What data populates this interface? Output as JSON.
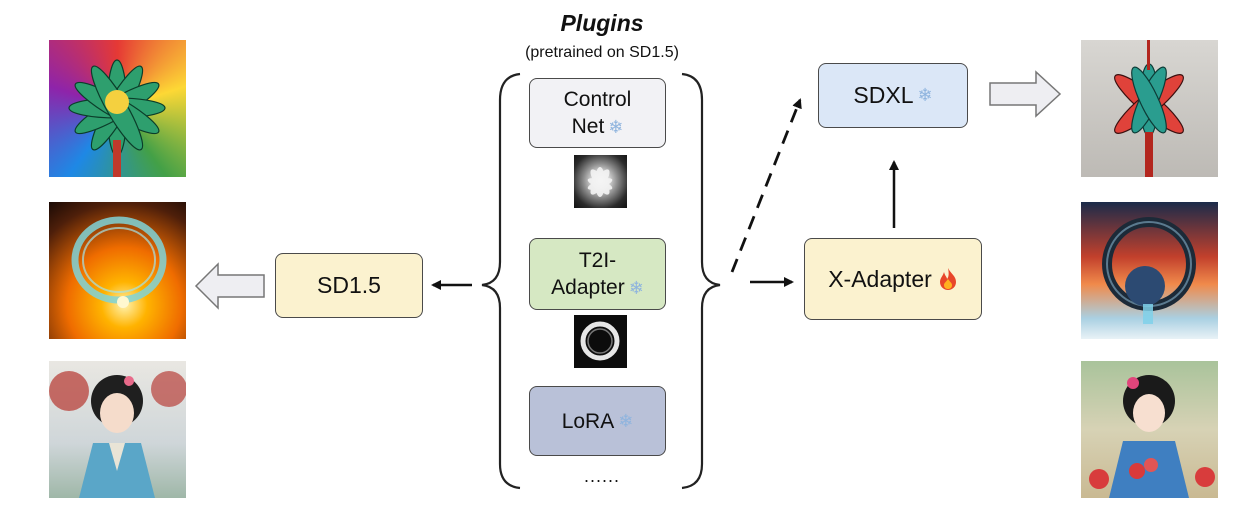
{
  "plugins": {
    "title": "Plugins",
    "subtitle": "(pretrained on SD1.5)",
    "controlnet": {
      "line1": "Control",
      "line2": "Net"
    },
    "t2i": {
      "line1": "T2I-",
      "line2": "Adapter"
    },
    "lora": {
      "label": "LoRA"
    },
    "more": "......"
  },
  "models": {
    "sd15": "SD1.5",
    "sdxl": "SDXL",
    "xadapter": "X-Adapter"
  },
  "icons": {
    "frozen": "snowflake-icon",
    "trainable": "flame-icon"
  },
  "colors": {
    "controlnet_fill": "#f2f2f5",
    "t2i_fill": "#d6e8c3",
    "lora_fill": "#b9c1d8",
    "sd15_fill": "#fbf2cf",
    "xadapter_fill": "#fbf2cf",
    "sdxl_fill": "#dbe7f7",
    "snowflake": "#8fb4de",
    "flame": "#e8462a"
  }
}
